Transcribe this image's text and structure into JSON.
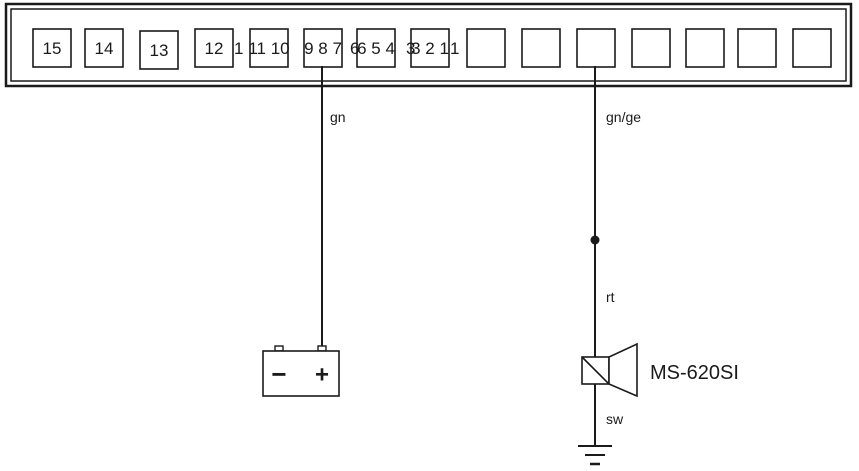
{
  "connector": {
    "terminals": [
      {
        "label": "15"
      },
      {
        "label": "14"
      },
      {
        "label": "13"
      },
      {
        "label": "12"
      },
      {
        "label": "11 10"
      },
      {
        "label": "9 8 7"
      },
      {
        "label": "6 5 4"
      },
      {
        "label": "3 2 1"
      },
      {
        "label": ""
      },
      {
        "label": ""
      },
      {
        "label": ""
      },
      {
        "label": ""
      },
      {
        "label": ""
      },
      {
        "label": ""
      },
      {
        "label": ""
      }
    ],
    "overlap_digits": [
      "1",
      "6",
      "3",
      "1"
    ]
  },
  "wires": {
    "battery_wire": {
      "color_code": "gn"
    },
    "siren_upper_wire": {
      "color_code": "gn/ge"
    },
    "siren_mid_wire": {
      "color_code": "rt"
    },
    "siren_ground_wire": {
      "color_code": "sw"
    }
  },
  "battery": {
    "minus_symbol": "−",
    "plus_symbol": "+"
  },
  "siren": {
    "model": "MS-620SI"
  }
}
